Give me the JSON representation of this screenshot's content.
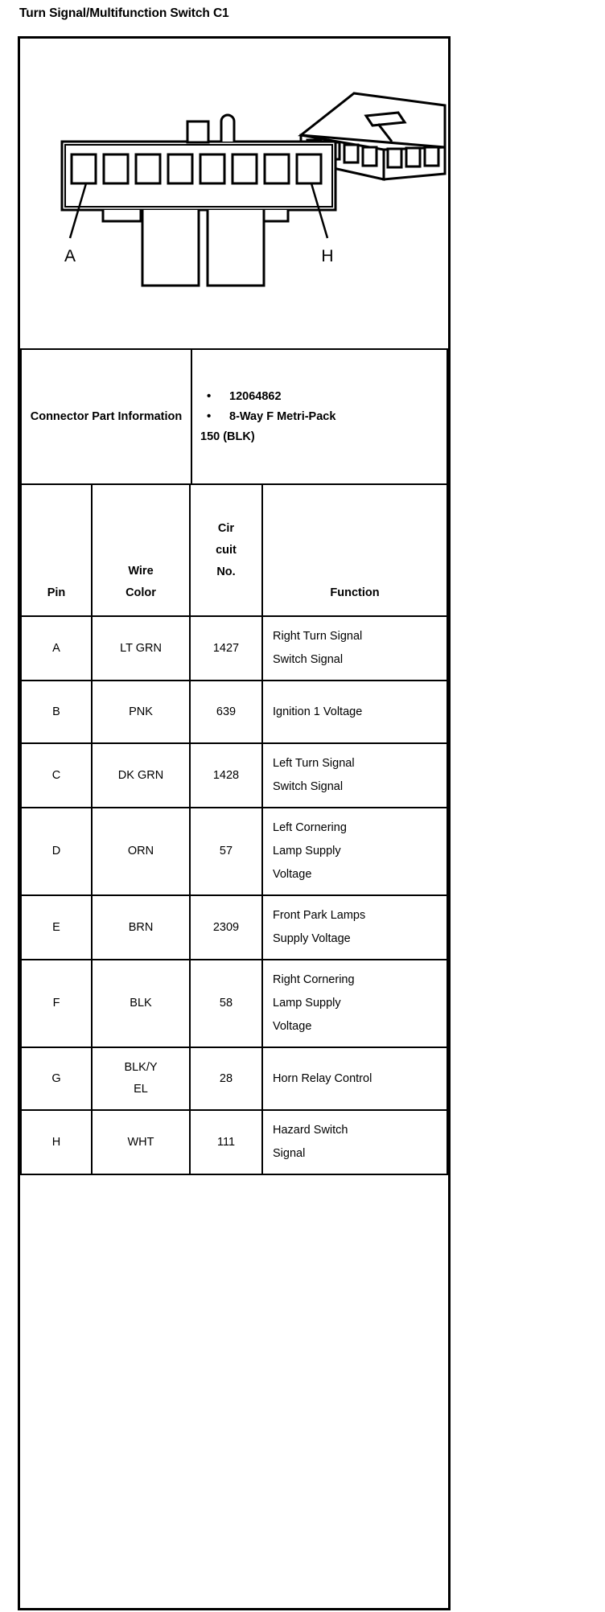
{
  "document": {
    "title": "Turn Signal/Multifunction Switch C1"
  },
  "diagram": {
    "left_cavity_label": "A",
    "right_cavity_label": "H",
    "cavity_count": 8
  },
  "connector_part_information": {
    "label": "Connector Part Information",
    "bullets": [
      "12064862",
      "8-Way F Metri-Pack"
    ],
    "continuation": "150 (BLK)"
  },
  "pin_table": {
    "headers": {
      "pin": "Pin",
      "wire_color_line1": "Wire",
      "wire_color_line2": "Color",
      "circuit_line1": "Cir",
      "circuit_line2": "cuit",
      "circuit_line3": "No.",
      "function": "Function"
    },
    "rows": [
      {
        "pin": "A",
        "wire": "LT GRN",
        "wire2": "",
        "circuit": "1427",
        "fn1": "Right Turn Signal",
        "fn2": "Switch Signal",
        "fn3": ""
      },
      {
        "pin": "B",
        "wire": "PNK",
        "wire2": "",
        "circuit": "639",
        "fn1": "Ignition 1 Voltage",
        "fn2": "",
        "fn3": ""
      },
      {
        "pin": "C",
        "wire": "DK GRN",
        "wire2": "",
        "circuit": "1428",
        "fn1": "Left Turn Signal",
        "fn2": "Switch Signal",
        "fn3": ""
      },
      {
        "pin": "D",
        "wire": "ORN",
        "wire2": "",
        "circuit": "57",
        "fn1": "Left Cornering",
        "fn2": "Lamp Supply",
        "fn3": "Voltage"
      },
      {
        "pin": "E",
        "wire": "BRN",
        "wire2": "",
        "circuit": "2309",
        "fn1": "Front Park Lamps",
        "fn2": "Supply Voltage",
        "fn3": ""
      },
      {
        "pin": "F",
        "wire": "BLK",
        "wire2": "",
        "circuit": "58",
        "fn1": "Right Cornering",
        "fn2": "Lamp Supply",
        "fn3": "Voltage"
      },
      {
        "pin": "G",
        "wire": "BLK/Y",
        "wire2": "EL",
        "circuit": "28",
        "fn1": "Horn Relay Control",
        "fn2": "",
        "fn3": ""
      },
      {
        "pin": "H",
        "wire": "WHT",
        "wire2": "",
        "circuit": "111",
        "fn1": "Hazard Switch",
        "fn2": "Signal",
        "fn3": ""
      }
    ]
  }
}
